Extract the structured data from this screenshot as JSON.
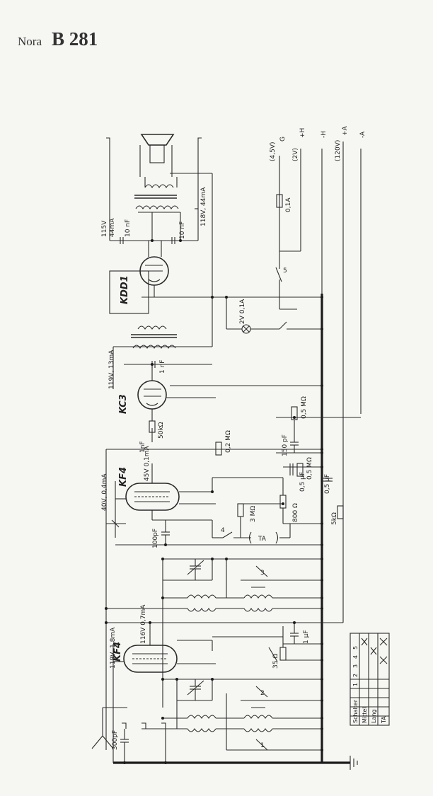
{
  "title": {
    "brand": "Nora",
    "model": "B 281"
  },
  "tubes": [
    {
      "id": "kdd1",
      "label": "KDD1"
    },
    {
      "id": "kc3",
      "label": "KC3"
    },
    {
      "id": "kf4a",
      "label": "KF4"
    },
    {
      "id": "kf4b",
      "label": "KF4"
    }
  ],
  "supply_terminals": [
    {
      "id": "g",
      "label": "G",
      "value": "(4,5V)"
    },
    {
      "id": "plus_h",
      "label": "+H",
      "value": "(2V)"
    },
    {
      "id": "minus_h",
      "label": "-H",
      "value": ""
    },
    {
      "id": "plus_a",
      "label": "+A",
      "value": "(120V)"
    },
    {
      "id": "minus_a",
      "label": "-A",
      "value": ""
    }
  ],
  "annotations": {
    "v115": "115V",
    "ma44": "44mA",
    "c10nf_a": "10 nF",
    "c10nf_b": "10 nF",
    "v118_44": "118V, 44mA",
    "fuse": "0,1A",
    "lamp": "2V 0,1A",
    "v119_13": "119V, 13mA",
    "c1nf": "1 nF",
    "r05": "0,5 MΩ",
    "r50k": "50kΩ",
    "c1nf_b": "1nF",
    "r02": "0,2 MΩ",
    "c150": "150 pF",
    "r05b": "0,5 MΩ",
    "c05uf": "0,5 µF",
    "c05": "0,5 µF",
    "kf4a_45v": "45V 0,1mA",
    "kf4a_40v": "40V, 0,4mA",
    "r3": "3 MΩ",
    "r800": "800 Ω",
    "r5k": "5kΩ",
    "c100pf": "100pF",
    "ta": "TA",
    "v116": "116V 0,7mA",
    "v119_18": "119V, 1,8mA",
    "c1uf": "1 µF",
    "r35": "35 Ω",
    "c300": "300pF",
    "sw4": "4",
    "sw5": "5",
    "sw3": "3",
    "sw2": "2",
    "sw1": "1"
  },
  "switch_table": {
    "header": [
      "Schalter",
      "1",
      "2",
      "3",
      "4",
      "5"
    ],
    "rows": [
      "Mittel",
      "Lang",
      "TA"
    ]
  }
}
